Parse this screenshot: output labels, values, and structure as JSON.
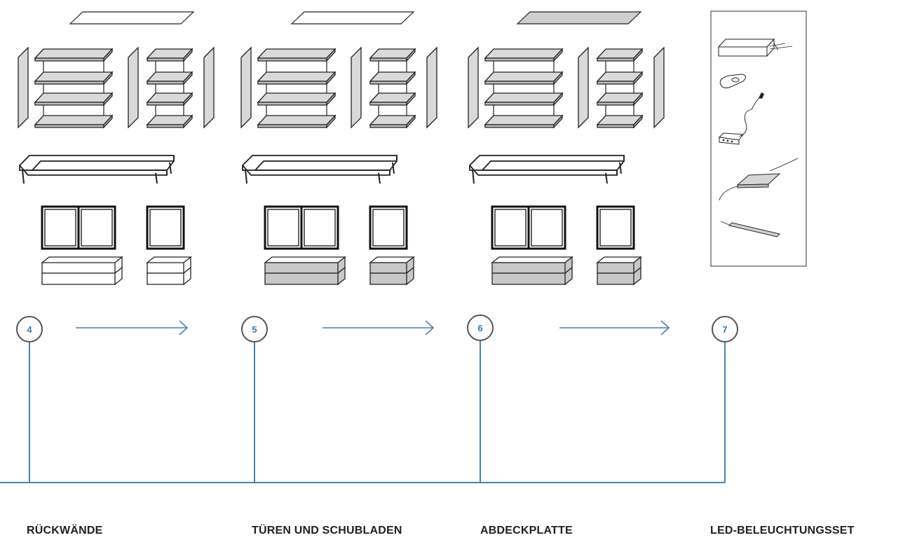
{
  "colors": {
    "accent": "#4a82a8",
    "circle_stroke": "#555555",
    "panel_fill": "#d9d9d9",
    "drawer_filled": "#c8c8c8",
    "line": "#222222"
  },
  "steps": [
    {
      "number": "4",
      "label": "RÜCKWÄNDE",
      "top_panel": "outline",
      "drawers": "outline"
    },
    {
      "number": "5",
      "label": "TÜREN UND SCHUBLADEN",
      "top_panel": "outline",
      "drawers": "filled"
    },
    {
      "number": "6",
      "label": "ABDECKPLATTE",
      "top_panel": "filled",
      "drawers": "filled"
    },
    {
      "number": "7",
      "label": "LED-BELEUCHTUNGSSET"
    }
  ],
  "led_kit_icons": [
    "led-driver-icon",
    "remote-control-icon",
    "power-cable-icon",
    "led-panel-icon",
    "led-strip-icon"
  ]
}
